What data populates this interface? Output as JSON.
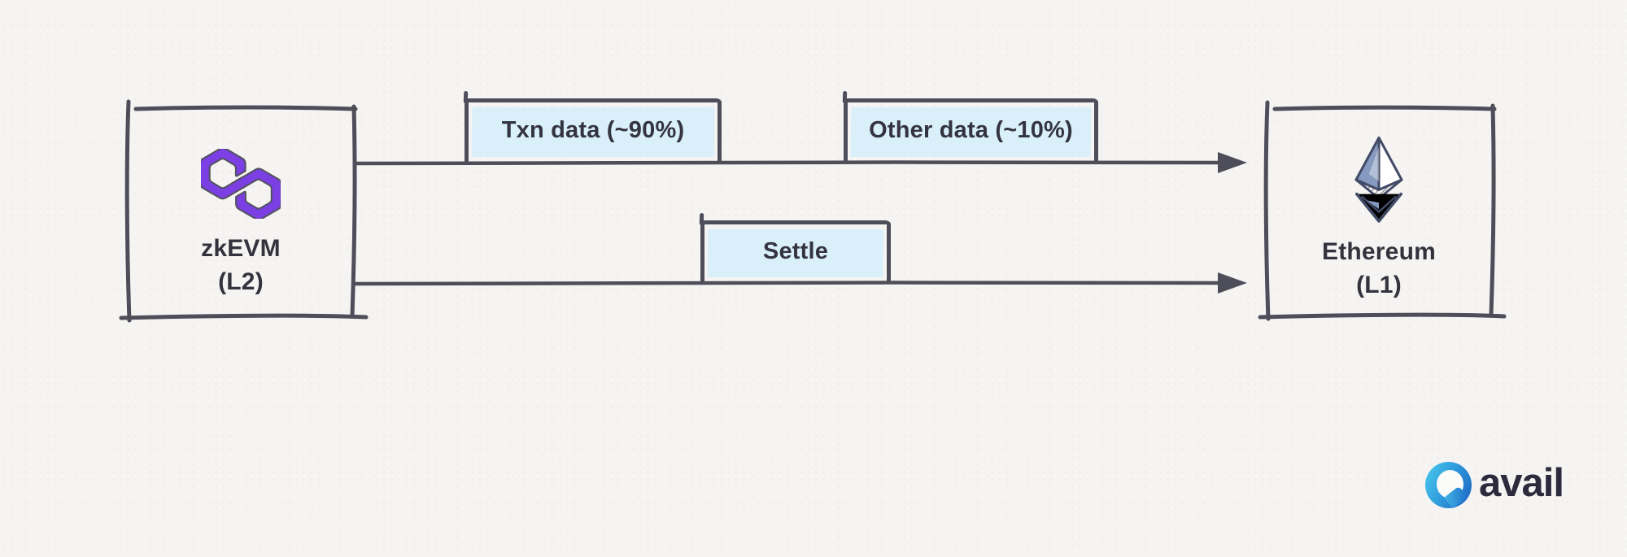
{
  "diagram": {
    "nodes": {
      "zkevm": {
        "title": "zkEVM",
        "subtitle": "(L2)",
        "icon": "polygon-logo"
      },
      "ethereum": {
        "title": "Ethereum",
        "subtitle": "(L1)",
        "icon": "ethereum-logo"
      }
    },
    "flows": {
      "top": {
        "from": "zkEVM (L2)",
        "to": "Ethereum (L1)",
        "labels": {
          "txn": "Txn data (~90%)",
          "other": "Other data (~10%)"
        }
      },
      "bottom": {
        "from": "zkEVM (L2)",
        "to": "Ethereum (L1)",
        "labels": {
          "settle": "Settle"
        }
      }
    }
  },
  "branding": {
    "wordmark": "avail",
    "icon": "avail-logo"
  },
  "colors": {
    "background": "#f5f4f2",
    "stroke": "#4e4e5a",
    "label_fill": "#d9f0fa",
    "text": "#33333e",
    "polygon_purple": "#7b3fe4",
    "ethereum_blue": "#8699bf",
    "avail_cyan": "#41b4e4",
    "avail_blue": "#1e6fc7",
    "avail_text": "#2b2b3d"
  }
}
